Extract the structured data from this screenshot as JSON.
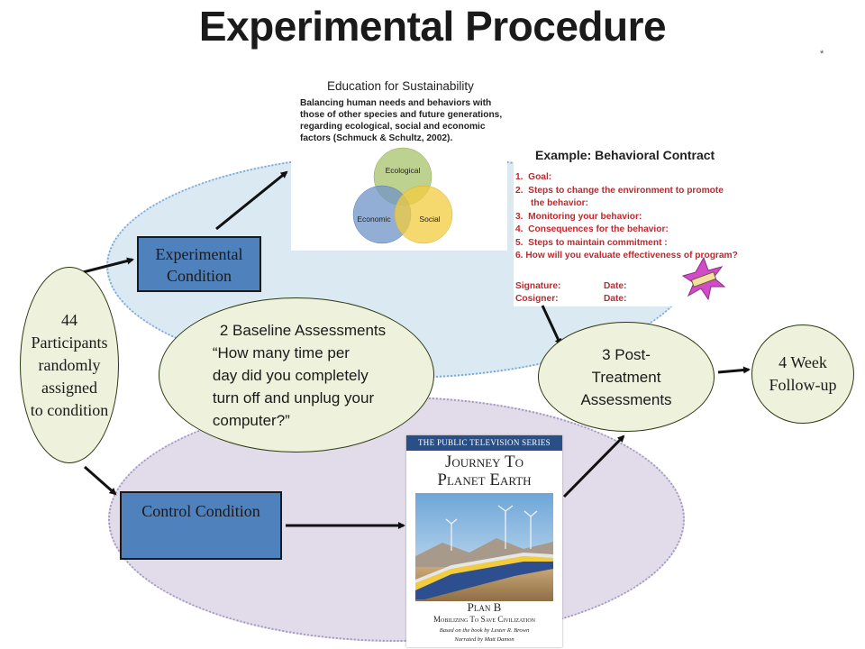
{
  "title": "Experimental Procedure",
  "asterisk": "*",
  "participants": {
    "lines": [
      "44",
      "Participants",
      "randomly",
      "assigned",
      "to condition"
    ]
  },
  "experimental_condition": {
    "lines": [
      "Experimental",
      "Condition"
    ]
  },
  "control_condition": {
    "label": "Control Condition"
  },
  "baseline": {
    "lines": [
      "2 Baseline Assessments",
      "“How many time per",
      "day did you completely",
      "turn off and unplug your",
      "computer?”"
    ]
  },
  "post_treatment": {
    "lines": [
      "3 Post-",
      "Treatment",
      "Assessments"
    ]
  },
  "follow_up": {
    "lines": [
      "4 Week",
      "Follow-up"
    ]
  },
  "education_panel": {
    "title": "Education for Sustainability",
    "body": "Balancing human needs and behaviors with those of other species and future generations, regarding ecological, social and economic factors (Schmuck & Schultz, 2002).",
    "venn": {
      "ecological": "Ecological",
      "economic": "Economic",
      "social": "Social"
    }
  },
  "contract_panel": {
    "title": "Example: Behavioral Contract",
    "items": [
      "1.  Goal:",
      "2.  Steps to change the environment to promote",
      "      the behavior:",
      "3.  Monitoring your behavior:",
      "4.  Consequences for the behavior:",
      "5.  Steps to maintain commitment :",
      "6. How will you evaluate effectiveness of program?"
    ],
    "signature": "Signature:",
    "cosigner": "Cosigner:",
    "date": "Date:"
  },
  "poster": {
    "series": "THE PUBLIC TELEVISION SERIES",
    "title_line1": "Journey To",
    "title_line2": "Planet Earth",
    "plan": "Plan B",
    "subtitle": "Mobilizing To Save Civilization",
    "based_on": "Based on the book by Lester R. Brown",
    "narrated": "Narrated by Matt Damon"
  },
  "colors": {
    "blue_blob": "#dbe9f3",
    "purple_blob": "#e2dcea",
    "box_blue": "#4f81bd",
    "oval_fill": "#eef1dc",
    "contract_red": "#c0282d"
  }
}
